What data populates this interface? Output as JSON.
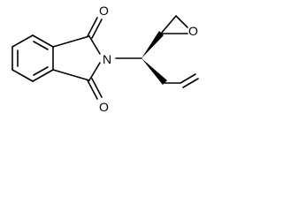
{
  "molecule": {
    "atoms": {
      "carbonyl_oxygen_top": "O",
      "carbonyl_oxygen_bottom": "O",
      "imide_nitrogen": "N",
      "epoxide_oxygen": "O"
    }
  },
  "colors": {
    "background": "#ffffff",
    "bonds": "#000000",
    "labels": "#000000"
  }
}
